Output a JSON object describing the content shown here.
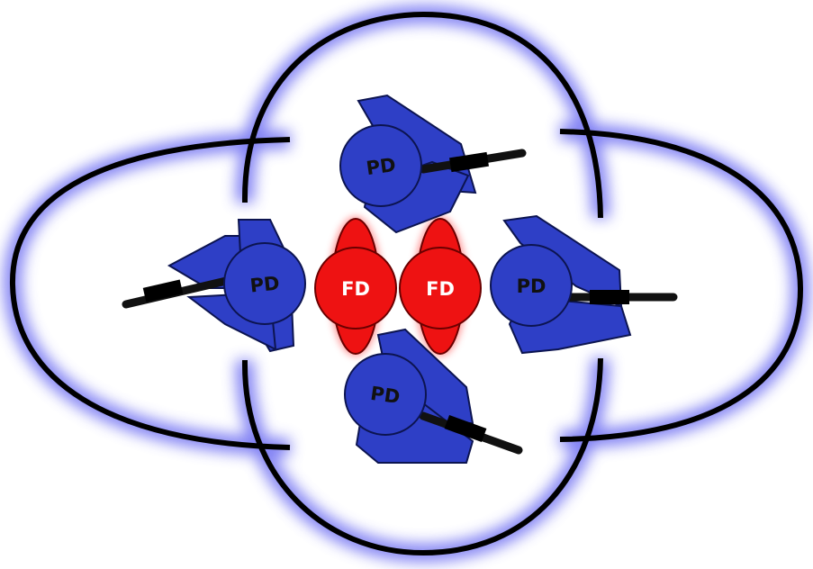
{
  "diagram": {
    "labels": {
      "pd_top": "PD",
      "pd_left": "PD",
      "pd_right": "PD",
      "pd_bottom": "PD",
      "fd_left": "FD",
      "fd_right": "FD"
    },
    "colors": {
      "pd_fill": "#2e3fc6",
      "pd_stroke": "#0c1450",
      "fd_fill": "#ee1212",
      "fd_stroke": "#6a0000",
      "loop_stroke": "#000000",
      "loop_glow": "#5a5af0",
      "lever": "#111111"
    },
    "icons": {
      "pd_unit": "protein-domain-blob-with-lever",
      "fd_unit": "dimer-blob",
      "loops": "enclosing-ring-glow"
    }
  }
}
